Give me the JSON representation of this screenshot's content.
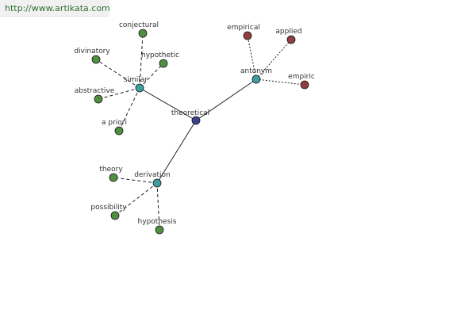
{
  "source_url": "http://www.artikata.com",
  "colors": {
    "center": "#3f3f8f",
    "relation": "#3f9f9f",
    "synonym_leaf": "#4f8f3f",
    "antonym_leaf": "#8f3f3f",
    "edge": "#222222"
  },
  "graph": {
    "center": {
      "id": "theoretical",
      "label": "theoretical"
    },
    "relations": [
      {
        "id": "similar",
        "label": "similar",
        "leaves": [
          {
            "id": "conjectural",
            "label": "conjectural"
          },
          {
            "id": "hypothetic",
            "label": "hypothetic"
          },
          {
            "id": "divinatory",
            "label": "divinatory"
          },
          {
            "id": "abstractive",
            "label": "abstractive"
          },
          {
            "id": "a-priori",
            "label": "a priori"
          }
        ]
      },
      {
        "id": "antonym",
        "label": "antonym",
        "leaves": [
          {
            "id": "empirical",
            "label": "empirical"
          },
          {
            "id": "applied",
            "label": "applied"
          },
          {
            "id": "empiric",
            "label": "empiric"
          }
        ]
      },
      {
        "id": "derivation",
        "label": "derivation",
        "leaves": [
          {
            "id": "theory",
            "label": "theory"
          },
          {
            "id": "possibility",
            "label": "possibility"
          },
          {
            "id": "hypothesis",
            "label": "hypothesis"
          }
        ]
      }
    ]
  }
}
